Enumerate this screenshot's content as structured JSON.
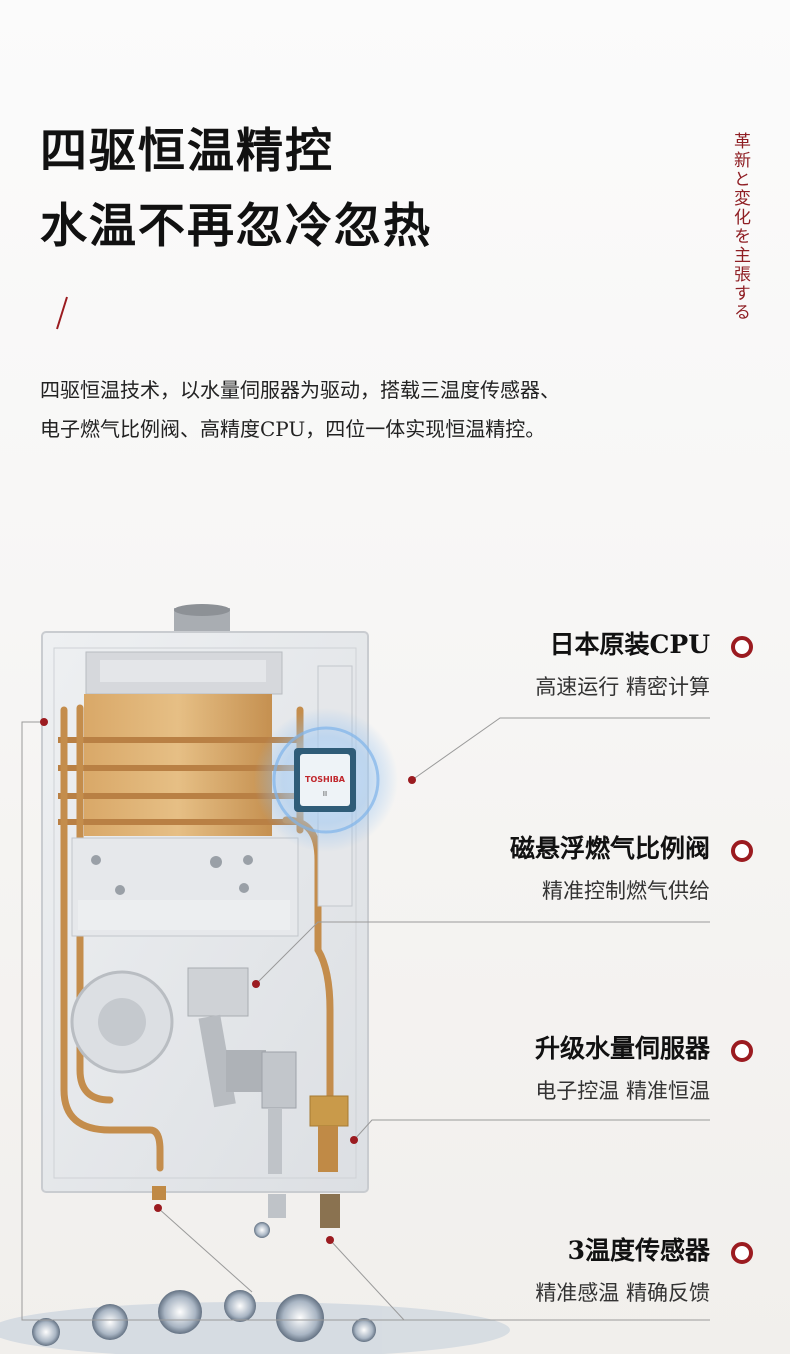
{
  "header": {
    "title_line1": "四驱恒温精控",
    "title_line2": "水温不再忽冷忽热",
    "vertical_tag": "革新と変化を主張する"
  },
  "description": {
    "line1": "四驱恒温技术，以水量伺服器为驱动，搭载三温度传感器、",
    "line2": "电子燃气比例阀、高精度CPU，四位一体实现恒温精控。"
  },
  "chip": {
    "brand": "TOSHIBA",
    "mark": "II"
  },
  "features": [
    {
      "title": "日本原装CPU",
      "subtitle": "高速运行 精密计算"
    },
    {
      "title": "磁悬浮燃气比例阀",
      "subtitle": "精准控制燃气供给"
    },
    {
      "title": "升级水量伺服器",
      "subtitle": "电子控温 精准恒温"
    },
    {
      "title": "3温度传感器",
      "subtitle": "精准感温 精确反馈"
    }
  ],
  "colors": {
    "accent": "#9b1b20",
    "copper": "#c08a46",
    "panel": "#e9eaec"
  }
}
